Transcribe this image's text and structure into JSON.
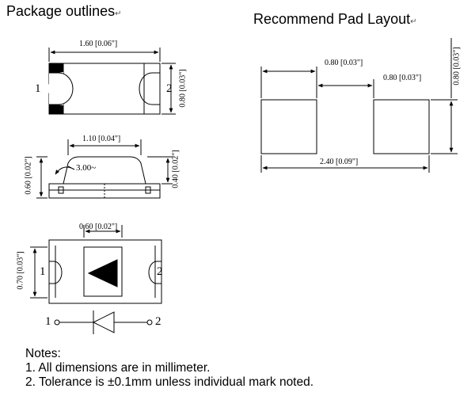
{
  "headings": {
    "package_outlines": "Package outlines",
    "recommend_pad_layout": "Recommend Pad Layout",
    "return_mark": "↵"
  },
  "top_view": {
    "width_label": "1.60 [0.06\"]",
    "height_label": "0.80 [0.03\"]",
    "pin1": "1",
    "pin2": "2"
  },
  "side_view": {
    "top_width_label": "1.10 [0.04\"]",
    "angle_label": "3.00~",
    "total_height_label": "0.60 [0.02\"]",
    "lens_height_label": "0.40 [0.02\"]"
  },
  "bottom_view": {
    "width_label": "0.60 [0.02\"]",
    "height_label": "0.70 [0.03\"]",
    "pin1": "1",
    "pin2": "2"
  },
  "symbol": {
    "pin1": "1",
    "pin2": "2"
  },
  "pad_layout": {
    "pad_width_label": "0.80 [0.03\"]",
    "gap_label": "0.80 [0.03\"]",
    "pad_height_label": "0.80 [0.03\"]",
    "total_width_label": "2.40 [0.09\"]"
  },
  "notes": {
    "title": "Notes:",
    "items": [
      "1. All dimensions are in millimeter.",
      "2. Tolerance is ±0.1mm unless individual mark noted."
    ]
  },
  "colors": {
    "ink": "#000000",
    "background": "#ffffff"
  }
}
